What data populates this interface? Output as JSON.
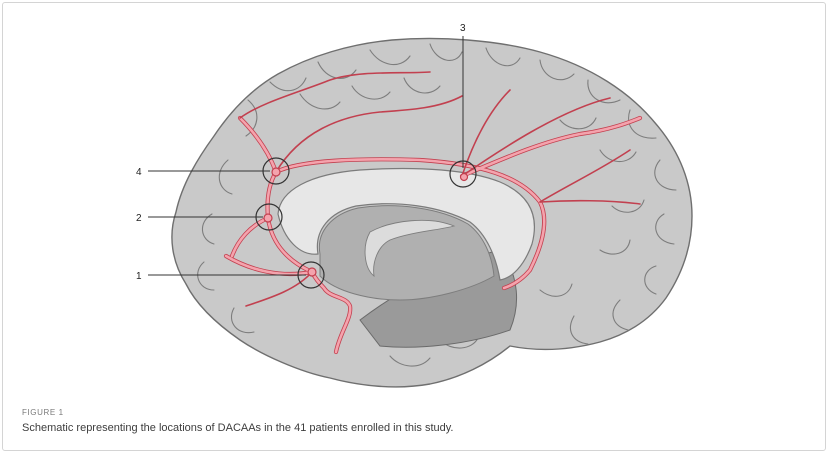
{
  "figure": {
    "label": "FIGURE 1",
    "caption": "Schematic representing the locations of DACAAs in the 41 patients enrolled in this study."
  },
  "callouts": [
    {
      "number": "1"
    },
    {
      "number": "2"
    },
    {
      "number": "3"
    },
    {
      "number": "4"
    }
  ],
  "colors": {
    "brain_fill": "#c8c8c8",
    "brain_outline": "#6f6f6f",
    "corpus_callosum": "#e6e6e6",
    "ventricle": "#a7a7a7",
    "artery_fill": "#f29ba6",
    "artery_outline": "#c2404f",
    "callout_line": "#333333"
  }
}
